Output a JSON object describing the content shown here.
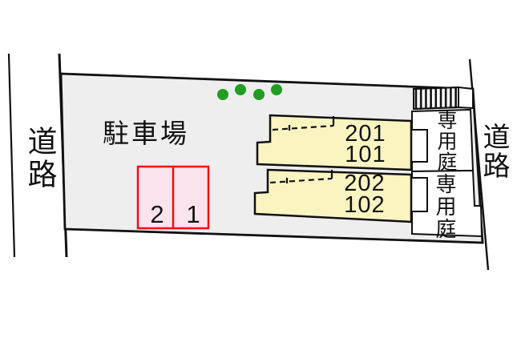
{
  "plan": {
    "roads": {
      "left": "道路",
      "right": "道路"
    },
    "parking": {
      "label": "駐車場",
      "stalls": [
        "2",
        "1"
      ]
    },
    "building": {
      "units": [
        {
          "upper": "201",
          "lower": "101"
        },
        {
          "upper": "202",
          "lower": "102"
        }
      ]
    },
    "gardens": {
      "top": "専用庭",
      "bottom": "専用庭"
    },
    "trees_count": 4,
    "colors": {
      "site_fill": "#eeeeee",
      "building_fill": "#f9f4c0",
      "stall_fill": "#fbe3ed",
      "stall_border": "#ee1111",
      "tree": "#219d21",
      "line": "#111111",
      "garden_fill": "#ffffff"
    }
  }
}
